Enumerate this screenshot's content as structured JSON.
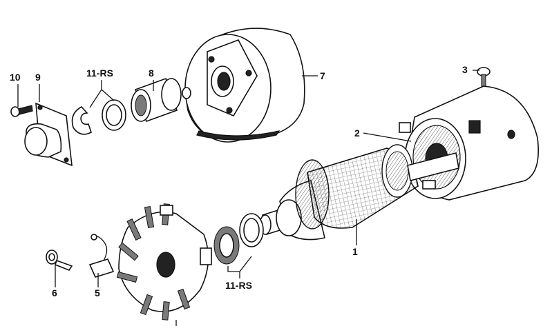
{
  "callouts": [
    {
      "id": "c10",
      "label": "10"
    },
    {
      "id": "c9",
      "label": "9"
    },
    {
      "id": "c11-top",
      "label": "11-RS"
    },
    {
      "id": "c8",
      "label": "8"
    },
    {
      "id": "c7",
      "label": "7"
    },
    {
      "id": "c3",
      "label": "3"
    },
    {
      "id": "c2",
      "label": "2"
    },
    {
      "id": "c1",
      "label": "1"
    },
    {
      "id": "c11-bottom",
      "label": "11-RS"
    },
    {
      "id": "c6",
      "label": "6"
    },
    {
      "id": "c5",
      "label": "5"
    }
  ]
}
